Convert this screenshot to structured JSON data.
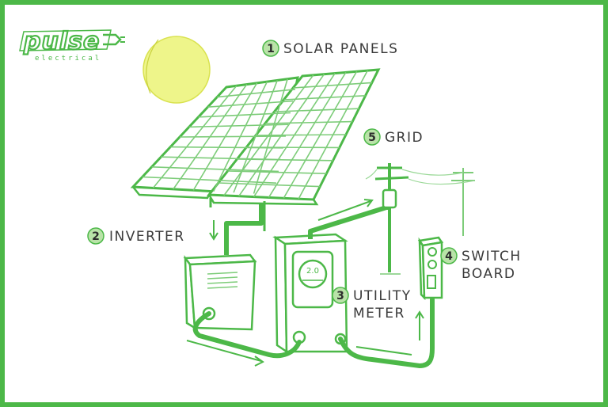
{
  "brand": {
    "name": "pulse",
    "tagline": "electrical"
  },
  "colors": {
    "frame": "#4cb848",
    "accent": "#4cb848",
    "sun": "#eef58a",
    "ink": "#3a3a3a"
  },
  "components": [
    {
      "number": "1",
      "lines": [
        "SOLAR PANELS"
      ]
    },
    {
      "number": "2",
      "lines": [
        "INVERTER"
      ]
    },
    {
      "number": "3",
      "lines": [
        "UTILITY",
        "METER"
      ]
    },
    {
      "number": "4",
      "lines": [
        "SWITCH",
        "BOARD"
      ]
    },
    {
      "number": "5",
      "lines": [
        "GRID"
      ]
    }
  ],
  "meter_display": "2.0"
}
